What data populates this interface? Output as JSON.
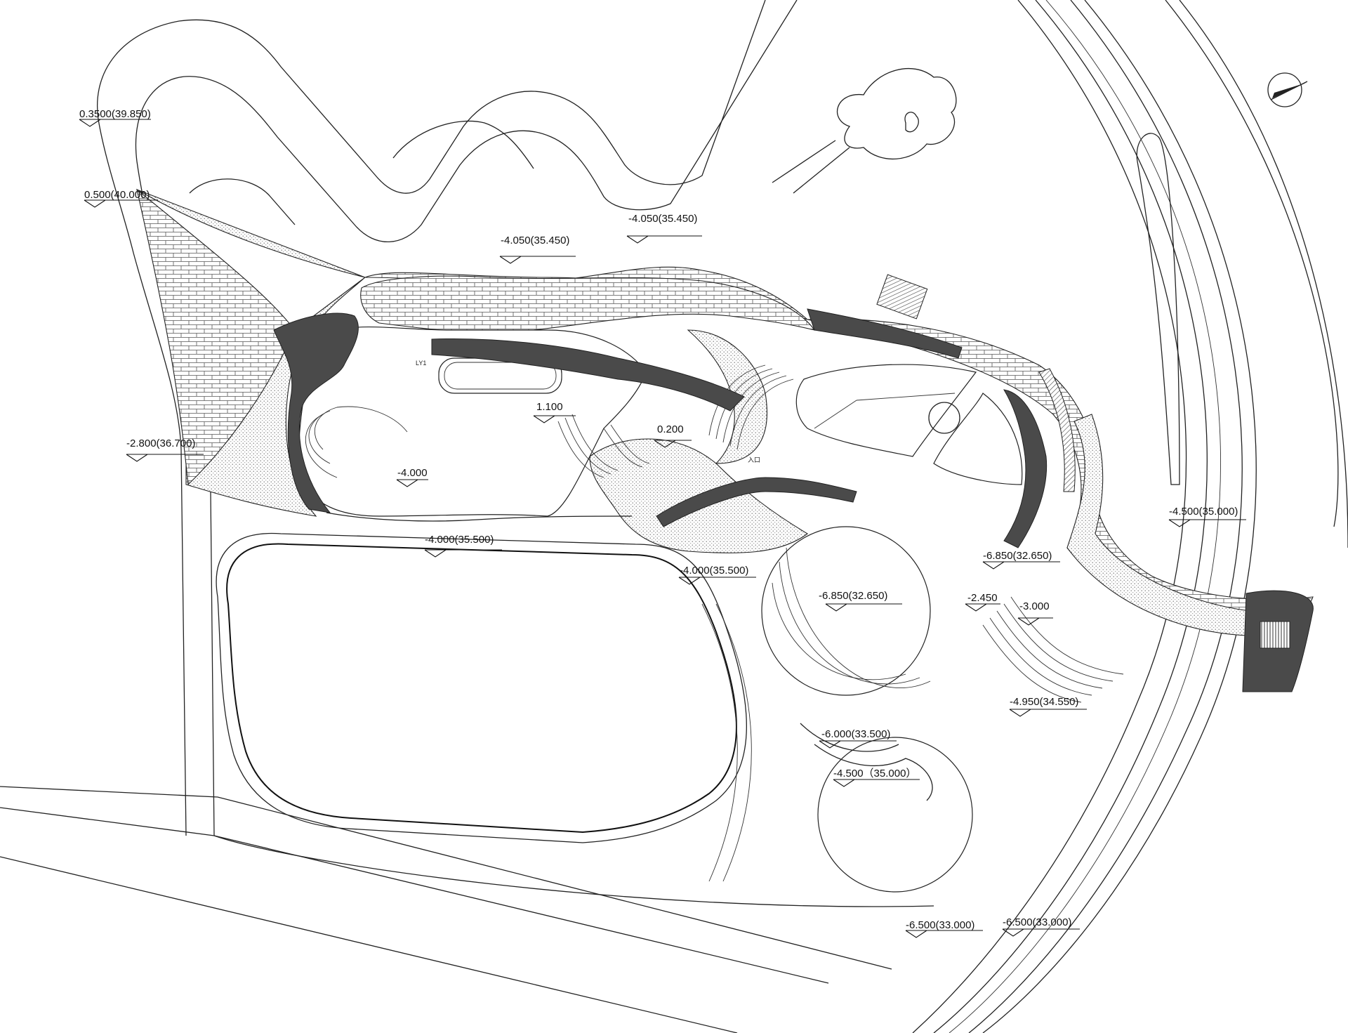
{
  "drawing": {
    "annotations": {
      "entrance": "入口",
      "stair_code": "LY1"
    },
    "elevations": [
      {
        "id": "e1",
        "text": "0.3500(39.850)"
      },
      {
        "id": "e2",
        "text": "0.500(40.000)"
      },
      {
        "id": "e3",
        "text": "-4.050(35.450)"
      },
      {
        "id": "e4",
        "text": "-4.050(35.450)"
      },
      {
        "id": "e5",
        "text": "1.100"
      },
      {
        "id": "e6",
        "text": "0.200"
      },
      {
        "id": "e7",
        "text": "-2.800(36.700)"
      },
      {
        "id": "e8",
        "text": "-4.000"
      },
      {
        "id": "e9",
        "text": "-4.000(35.500)"
      },
      {
        "id": "e10",
        "text": "-4.000(35.500)"
      },
      {
        "id": "e11",
        "text": "-6.850(32.650)"
      },
      {
        "id": "e12",
        "text": "-6.850(32.650)"
      },
      {
        "id": "e13",
        "text": "-2.450"
      },
      {
        "id": "e14",
        "text": "-3.000"
      },
      {
        "id": "e15",
        "text": "-4.500(35.000)"
      },
      {
        "id": "e16",
        "text": "-4.950(34.550)"
      },
      {
        "id": "e17",
        "text": "-6.000(33.500)"
      },
      {
        "id": "e18",
        "text": "-4.500（35.000）"
      },
      {
        "id": "e19",
        "text": "-6.500(33.000)"
      },
      {
        "id": "e20",
        "text": "-6.500(33.000)"
      }
    ]
  }
}
